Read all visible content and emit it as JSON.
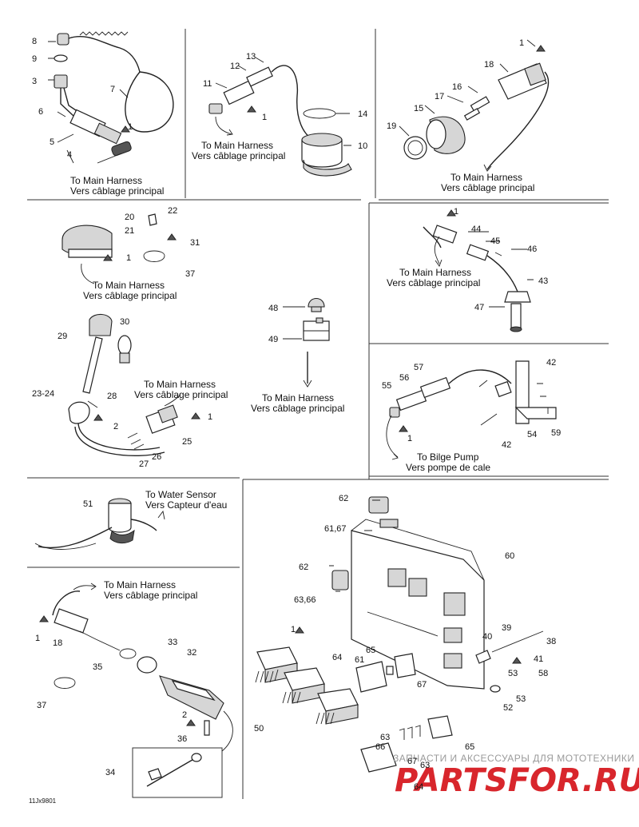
{
  "captions": {
    "to_main_harness_en": "To Main Harness",
    "to_main_harness_fr": "Vers câblage principal",
    "to_bilge_pump_en": "To Bilge Pump",
    "to_bilge_pump_fr": "Vers pompe de cale",
    "to_water_sensor_en": "To Water Sensor",
    "to_water_sensor_fr": "Vers Capteur d'eau"
  },
  "labels": {
    "l1": "1",
    "l2": "2",
    "l3": "3",
    "l4": "4",
    "l5": "5",
    "l6": "6",
    "l7": "7",
    "l8": "8",
    "l9": "9",
    "l10": "10",
    "l11": "11",
    "l12": "12",
    "l13": "13",
    "l14": "14",
    "l15": "15",
    "l16": "16",
    "l17": "17",
    "l18": "18",
    "l19": "19",
    "l20": "20",
    "l21": "21",
    "l22": "22",
    "l2324": "23-24",
    "l25": "25",
    "l26": "26",
    "l27": "27",
    "l28": "28",
    "l29": "29",
    "l30": "30",
    "l31": "31",
    "l32": "32",
    "l33": "33",
    "l34": "34",
    "l35": "35",
    "l36": "36",
    "l37": "37",
    "l38": "38",
    "l39": "39",
    "l40": "40",
    "l41": "41",
    "l42": "42",
    "l43": "43",
    "l44": "44",
    "l45": "45",
    "l46": "46",
    "l47": "47",
    "l48": "48",
    "l49": "49",
    "l50": "50",
    "l51": "51",
    "l52": "52",
    "l53": "53",
    "l54": "54",
    "l55": "55",
    "l56": "56",
    "l57": "57",
    "l58": "58",
    "l59": "59",
    "l60": "60",
    "l61": "61",
    "l62": "62",
    "l63": "63",
    "l64": "64",
    "l65": "65",
    "l66": "66",
    "l67": "67",
    "l6167": "61,67",
    "l6366": "63,66"
  },
  "figure_code": "11Jx9801",
  "watermark": {
    "text": "ЗАПЧАСТИ И АКСЕССУАРЫ ДЛЯ МОТОТЕХНИКИ",
    "logo": "PARTSFOR.RU"
  },
  "colors": {
    "line": "#222222",
    "watermark_logo": "#d8262c",
    "watermark_text": "#9a9a9a"
  }
}
